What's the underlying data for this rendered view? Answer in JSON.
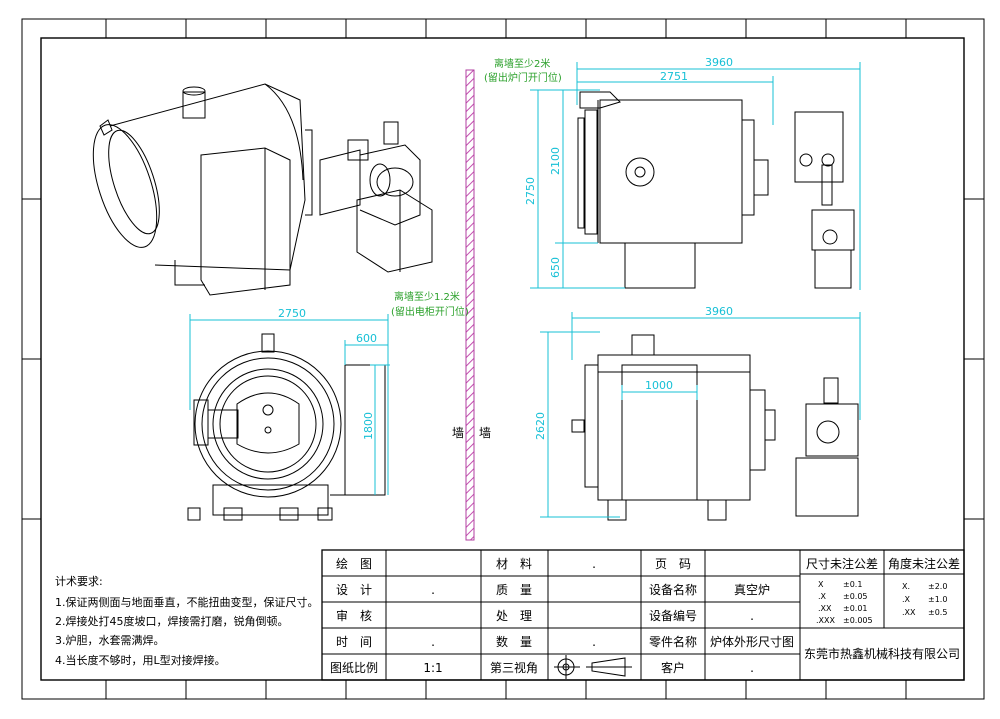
{
  "wall": {
    "label_top": "离墙至少2米",
    "note_top": "(留出炉门开门位)",
    "label_mid": "离墙至少1.2米",
    "note_mid": "(留出电柜开门位)",
    "wall_char_left": "墙",
    "wall_char_right": "墙"
  },
  "dimensions": {
    "side_total": "3960",
    "side_body": "2751",
    "side_height_total": "2750",
    "side_height_body": "2100",
    "side_height_base": "650",
    "front_width": "2750",
    "front_cabinet_width": "600",
    "front_cabinet_height": "1800",
    "rear_total": "3960",
    "rear_height": "2620",
    "rear_box_width": "1000"
  },
  "requirements": {
    "heading": "计术要求:",
    "items": [
      "1.保证两侧面与地面垂直，不能扭曲变型，保证尺寸。",
      "2.焊接处打45度坡口，焊接需打磨，锐角倒顿。",
      "3.炉胆，水套需满焊。",
      "4.当长度不够时，用L型对接焊接。"
    ]
  },
  "title_block": {
    "draw_label": "绘　图",
    "draw_value": "",
    "design_label": "设　计",
    "design_value": ".",
    "review_label": "审　核",
    "review_value": "",
    "time_label": "时　间",
    "time_value": ".",
    "scale_label": "图纸比例",
    "scale_value": "1:1",
    "material_label": "材　料",
    "material_value": ".",
    "mass_label": "质　量",
    "mass_value": "",
    "process_label": "处　理",
    "process_value": "",
    "qty_label": "数　量",
    "qty_value": ".",
    "projection_label": "第三视角",
    "page_label": "页　码",
    "page_value": "",
    "device_name_label": "设备名称",
    "device_name_value": "真空炉",
    "device_no_label": "设备编号",
    "device_no_value": ".",
    "part_name_label": "零件名称",
    "part_name_value": "炉体外形尺寸图",
    "customer_label": "客户",
    "customer_value": ".",
    "company": "东莞市热鑫机械科技有限公司"
  },
  "tolerances": {
    "linear_title": "尺寸未注公差",
    "angular_title": "角度未注公差",
    "linear": [
      {
        "fmt": "X",
        "tol": "±0.1"
      },
      {
        "fmt": ".X",
        "tol": "±0.05"
      },
      {
        "fmt": ".XX",
        "tol": "±0.01"
      },
      {
        "fmt": ".XXX",
        "tol": "±0.005"
      }
    ],
    "angular": [
      {
        "fmt": "X.",
        "tol": "±2.0"
      },
      {
        "fmt": ".X",
        "tol": "±1.0"
      },
      {
        "fmt": ".XX",
        "tol": "±0.5"
      }
    ]
  }
}
